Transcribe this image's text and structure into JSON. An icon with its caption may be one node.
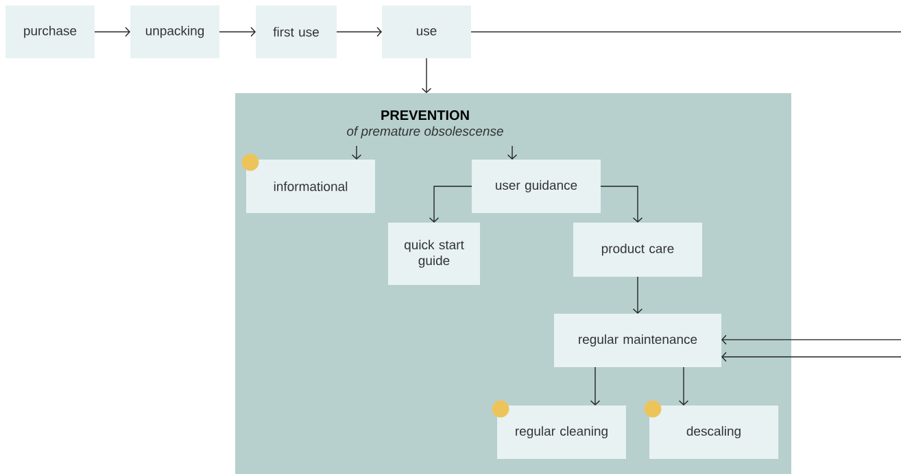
{
  "diagram": {
    "nodes": [
      {
        "text": [
          "purchase"
        ]
      },
      {
        "text": [
          "unpacking"
        ]
      },
      {
        "text": [
          "first use"
        ]
      },
      {
        "text": [
          "use"
        ]
      },
      {
        "text": [],
        "shape": "box"
      },
      {
        "text": [
          "PREVENTION",
          "of premature obsolescense"
        ],
        "in": 4
      },
      {
        "text": [
          "informational"
        ],
        "in": 4
      },
      {
        "text": [
          "user guidance"
        ],
        "in": 4
      },
      {
        "text": [
          "quick start guide"
        ],
        "in": 4
      },
      {
        "text": [
          "product care"
        ],
        "in": 4
      },
      {
        "text": [
          "regular maintenance"
        ],
        "in": 4
      },
      {
        "text": [
          "regular cleaning"
        ],
        "in": 4
      },
      {
        "text": [
          "descaling"
        ],
        "in": 4
      }
    ],
    "edges": [
      {
        "from": 0,
        "to": 1,
        "arrow": "to"
      },
      {
        "from": 1,
        "to": 2,
        "arrow": "to"
      },
      {
        "from": 2,
        "to": 3,
        "arrow": "to"
      },
      {
        "from": 3,
        "to": 4,
        "arrow": "to"
      },
      {
        "from": 5,
        "to": 6,
        "arrow": "to"
      },
      {
        "from": 5,
        "to": 7,
        "arrow": "to"
      },
      {
        "from": 7,
        "to": 8,
        "arrow": "to"
      },
      {
        "from": 7,
        "to": 9,
        "arrow": "to"
      },
      {
        "from": 9,
        "to": 10,
        "arrow": "to"
      },
      {
        "from": 10,
        "to": 11,
        "arrow": "to"
      },
      {
        "from": 10,
        "to": 12,
        "arrow": "to"
      },
      {
        "from": 3,
        "to": null,
        "arrow": "none"
      },
      {
        "from": null,
        "to": 10,
        "arrow": "to"
      },
      {
        "from": null,
        "to": 10,
        "arrow": "to"
      }
    ]
  }
}
